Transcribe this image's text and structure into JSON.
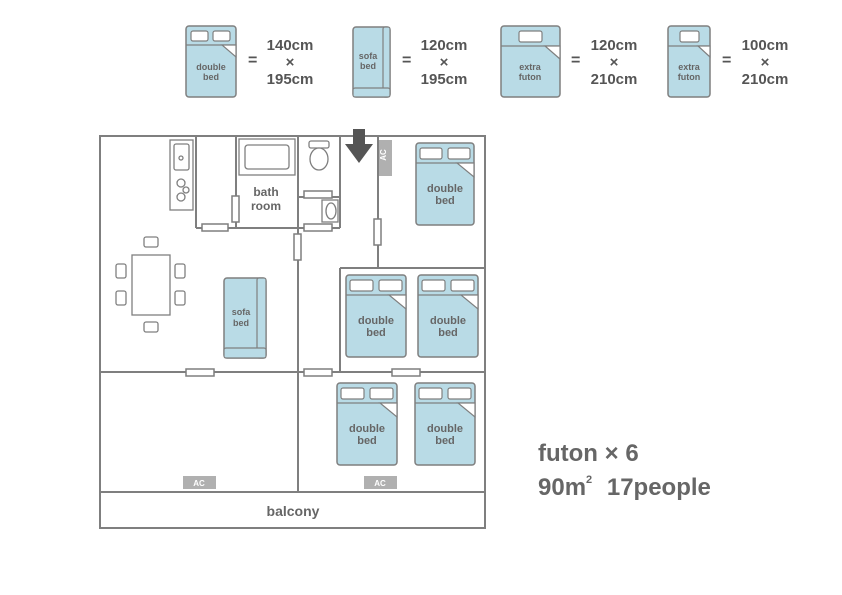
{
  "legend": [
    {
      "name": "double-bed",
      "label_l1": "double",
      "label_l2": "bed",
      "width": "140cm",
      "times": "×",
      "length": "195cm"
    },
    {
      "name": "sofa-bed",
      "label_l1": "sofa",
      "label_l2": "bed",
      "width": "120cm",
      "times": "×",
      "length": "195cm"
    },
    {
      "name": "extra-futon-wide",
      "label_l1": "extra",
      "label_l2": "futon",
      "width": "120cm",
      "times": "×",
      "length": "210cm"
    },
    {
      "name": "extra-futon",
      "label_l1": "extra",
      "label_l2": "futon",
      "width": "100cm",
      "times": "×",
      "length": "210cm"
    }
  ],
  "equals": "=",
  "plan": {
    "bath_l1": "bath",
    "bath_l2": "room",
    "sofa_l1": "sofa",
    "sofa_l2": "bed",
    "bed_l1": "double",
    "bed_l2": "bed",
    "ac": "AC",
    "balcony": "balcony"
  },
  "summary": {
    "futon": "futon",
    "futon_count": "× 6",
    "area_num": "90",
    "area_unit": "m",
    "area_sup": "2",
    "people": "17people"
  },
  "colors": {
    "bed_fill": "#b9dbe6",
    "wall": "#7f7f7f",
    "ac_fill": "#b0b0b0",
    "text": "#555555"
  }
}
